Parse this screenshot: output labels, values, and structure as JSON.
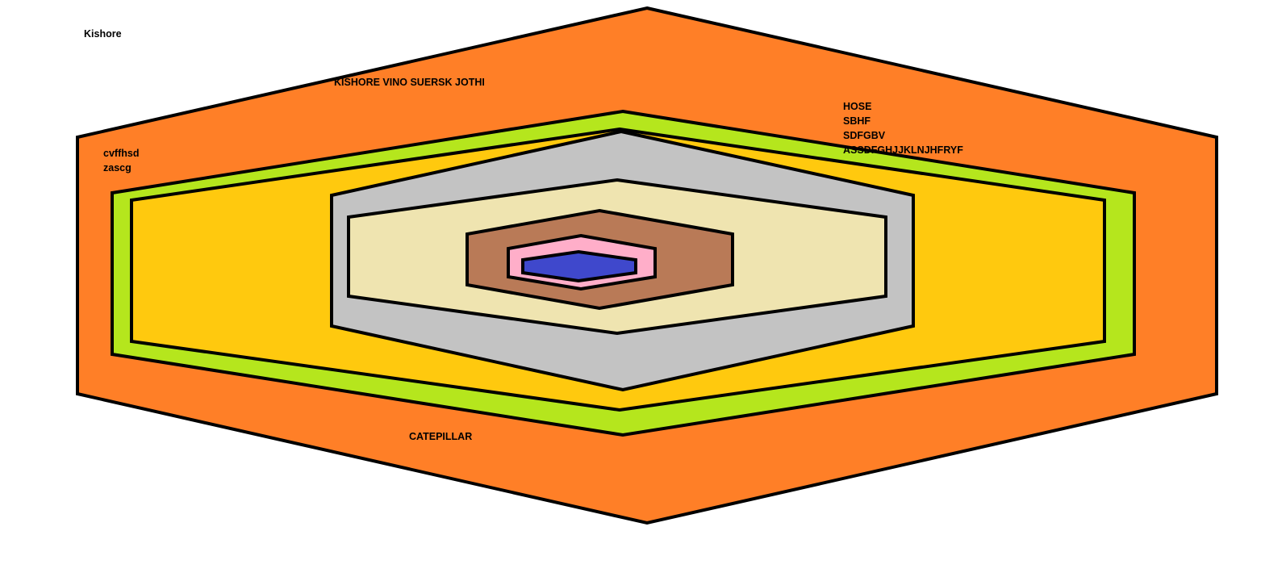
{
  "labels": {
    "title": "Kishore",
    "top_text": "KISHORE VINO SUERSK JOTHI",
    "left_lines": [
      "cvffhsd",
      "zascg"
    ],
    "right_lines": [
      "HOSE",
      "SBHF",
      "SDFGBV",
      "ASSDFGHJJKLNJHFRYF"
    ],
    "bottom_text": "CATEPILLAR"
  },
  "colors": {
    "outline": "#000000",
    "orange": "#FF7F27",
    "lime": "#B5E61D",
    "yellow": "#FFC90E",
    "silver": "#C3C3C3",
    "cream": "#EFE4B0",
    "brown": "#B97A57",
    "pink": "#FFAEC9",
    "blue": "#3F48CC"
  }
}
